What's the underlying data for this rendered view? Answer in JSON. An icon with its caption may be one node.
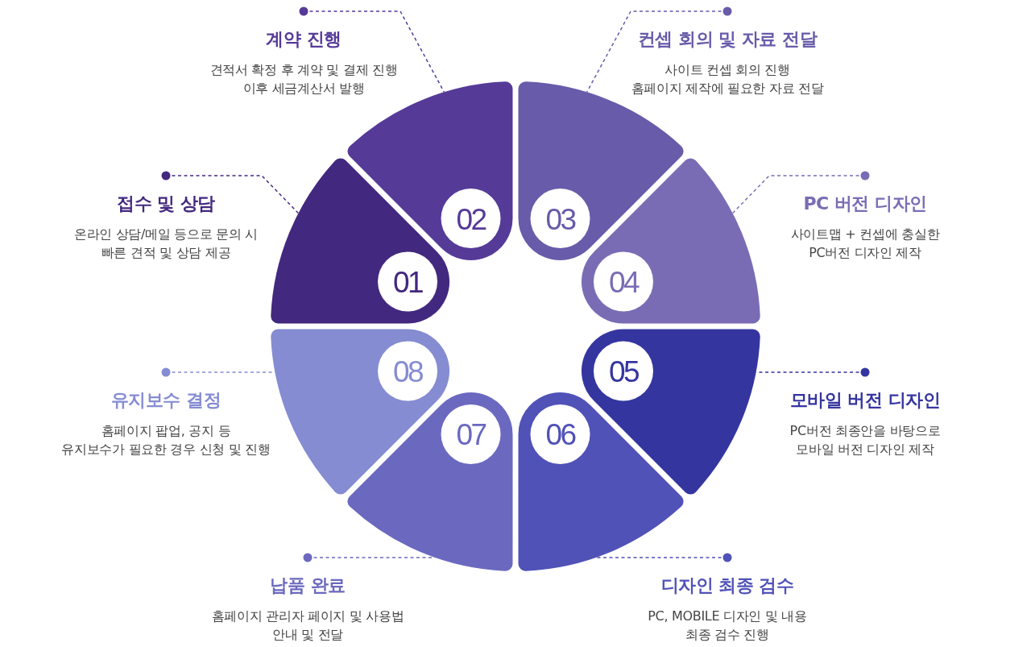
{
  "diagram": {
    "nodes": [
      {
        "text": [
          "접수 및 상담",
          "온라인 상담/메일 등으로 문의 시 빠른 견적 및 상담 제공"
        ]
      },
      {
        "text": [
          "01"
        ]
      },
      {
        "text": [
          "계약 진행",
          "견적서 확정 후 계약 및 결제 진행 이후 세금계산서 발행"
        ]
      },
      {
        "text": [
          "02"
        ]
      },
      {
        "text": [
          "컨셉 회의 및 자료 전달",
          "사이트 컨셉 회의 진행 홈페이지 제작에 필요한 자료 전달"
        ]
      },
      {
        "text": [
          "03"
        ]
      },
      {
        "text": [
          "PC 버전 디자인",
          "사이트맵 + 컨셉에 충실한 PC버전 디자인 제작"
        ]
      },
      {
        "text": [
          "04"
        ]
      },
      {
        "text": [
          "모바일 버전 디자인",
          "PC버전 최종안을 바탕으로 모바일 버전 디자인 제작"
        ]
      },
      {
        "text": [
          "05"
        ]
      },
      {
        "text": [
          "디자인 최종 검수",
          "PC, MOBILE 디자인 및 내용 최종 검수 진행"
        ]
      },
      {
        "text": [
          "06"
        ]
      },
      {
        "text": [
          "납품 완료",
          "홈페이지 관리자 페이지 및 사용법 안내 및 전달"
        ]
      },
      {
        "text": [
          "07"
        ]
      },
      {
        "text": [
          "유지보수 결정",
          "홈페이지 팝업, 공지 등 유지보수가 필요한 경우 신청 및 진행"
        ]
      },
      {
        "text": [
          "08"
        ]
      }
    ],
    "edges": [
      {
        "from": 0,
        "to": 1,
        "arrow": "other",
        "style": "dashed",
        "color": "#43287f"
      },
      {
        "from": 2,
        "to": 3,
        "arrow": "other",
        "style": "dashed",
        "color": "#553a98"
      },
      {
        "from": 4,
        "to": 5,
        "arrow": "other",
        "style": "dashed",
        "color": "#685ba9"
      },
      {
        "from": 6,
        "to": 7,
        "arrow": "other",
        "style": "dashed",
        "color": "#7a6cb4"
      },
      {
        "from": 8,
        "to": 9,
        "arrow": "other",
        "style": "dashed",
        "color": "#3535a0"
      },
      {
        "from": 10,
        "to": 11,
        "arrow": "other",
        "style": "dashed",
        "color": "#5052b7"
      },
      {
        "from": 12,
        "to": 13,
        "arrow": "other",
        "style": "dashed",
        "color": "#6b69bf"
      },
      {
        "from": 14,
        "to": 15,
        "arrow": "other",
        "style": "dashed",
        "color": "#858cd2"
      }
    ]
  }
}
